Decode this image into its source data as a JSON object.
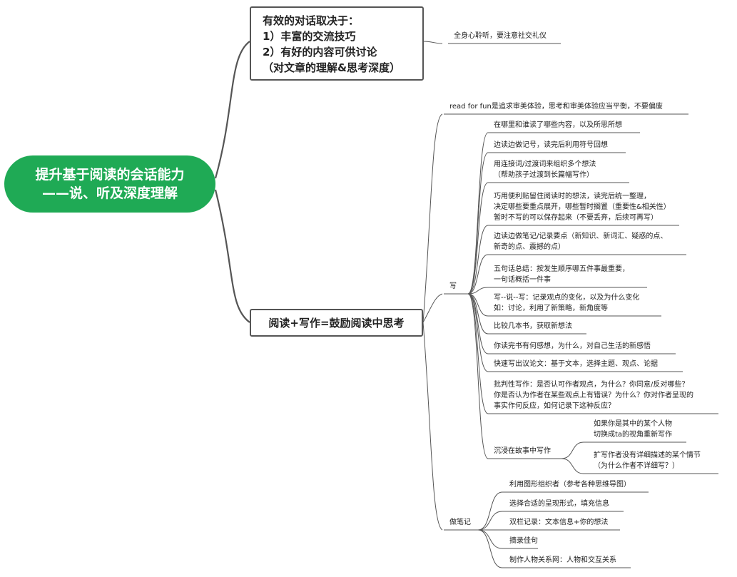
{
  "root": {
    "line1": "提升基于阅读的会话能力",
    "line2": "——说、听及深度理解"
  },
  "branch1": {
    "lines": [
      "有效的对话取决于：",
      "1）丰富的交流技巧",
      "2）有好的内容可供讨论",
      "（对文章的理解&思考深度）"
    ],
    "note": "全身心聆听，要注意社交礼仪"
  },
  "branch2": {
    "title": "阅读+写作=鼓励阅读中思考",
    "top_item": "read for fun是追求审美体验，思考和审美体验应当平衡，不要偏废",
    "write": {
      "label": "写",
      "items": [
        [
          "在哪里和谁读了哪些内容，以及所思所想"
        ],
        [
          "边读边做记号，读完后利用符号回想"
        ],
        [
          "用连接词/过渡词来组织多个想法",
          "（帮助孩子过渡到长篇幅写作）"
        ],
        [
          "巧用便利贴留住阅读时的想法，读完后统一整理，",
          "决定哪些要重点展开，哪些暂时搁置（重要性&相关性）",
          "暂时不写的可以保存起来（不要丢弃，后续可再写）"
        ],
        [
          "边读边做笔记/记录要点（新知识、新词汇、疑惑的点、",
          "新奇的点、震撼的点）"
        ],
        [
          "五句话总结：按发生顺序哪五件事最重要，",
          "一句话概括一件事"
        ],
        [
          "写--说--写：记录观点的变化，以及为什么变化",
          "如：讨论，利用了新策略，新角度等"
        ],
        [
          "比较几本书，获取新想法"
        ],
        [
          "你读完书有何感想，为什么，对自己生活的新感悟"
        ],
        [
          "快速写出议论文：基于文本，选择主题、观点、论据"
        ],
        [
          "批判性写作：是否认可作者观点，为什么？你同意/反对哪些？",
          "你是否认为作者在某些观点上有错误？为什么？你对作者呈现的",
          "事实作何反应，如何记录下这种反应？"
        ]
      ],
      "immerse": {
        "label": "沉浸在故事中写作",
        "items": [
          [
            "如果你是其中的某个人物",
            "切换成ta的视角重新写作"
          ],
          [
            "扩写作者没有详细描述的某个情节",
            "（为什么作者不详细写？）"
          ]
        ]
      }
    },
    "notes": {
      "label": "做笔记",
      "items": [
        [
          "利用图形组织者（参考各种思维导图）"
        ],
        [
          "选择合适的呈现形式，填充信息"
        ],
        [
          "双栏记录：文本信息+你的想法"
        ],
        [
          "摘录佳句"
        ],
        [
          "制作人物关系网：人物和交互关系"
        ]
      ]
    }
  },
  "colors": {
    "root_fill": "#1faa55",
    "line": "#555555"
  }
}
